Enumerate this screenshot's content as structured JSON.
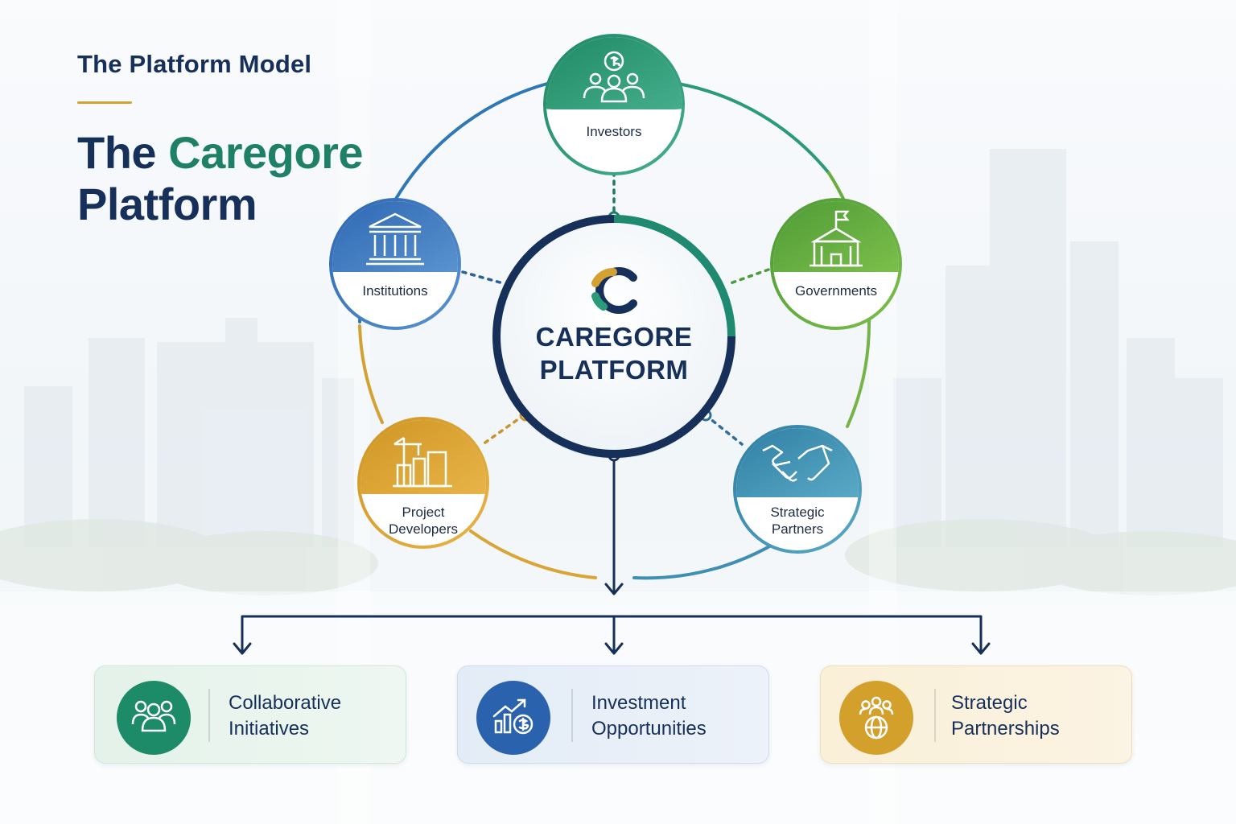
{
  "header": {
    "eyebrow": "The Platform Model",
    "title_line1_prefix": "The ",
    "title_line1_accent": "Caregore",
    "title_line2": "Platform"
  },
  "center": {
    "line1": "CAREGORE",
    "line2": "PLATFORM",
    "logo_icon": "caregore-c-logo-icon"
  },
  "nodes": [
    {
      "id": "investors",
      "lines": [
        "Investors"
      ],
      "icon": "investors-icon",
      "color": "#2e9a78"
    },
    {
      "id": "governments",
      "lines": [
        "Governments"
      ],
      "icon": "government-building-icon",
      "color": "#5da63f"
    },
    {
      "id": "strategic-partners",
      "lines": [
        "Strategic",
        "Partners"
      ],
      "icon": "handshake-icon",
      "color": "#3d8db0"
    },
    {
      "id": "project-developers",
      "lines": [
        "Project",
        "Developers"
      ],
      "icon": "construction-crane-icon",
      "color": "#d9a12c"
    },
    {
      "id": "institutions",
      "lines": [
        "Institutions"
      ],
      "icon": "institution-columns-icon",
      "color": "#3a78bd"
    }
  ],
  "outcomes": [
    {
      "line1": "Collaborative",
      "line2": "Initiatives",
      "icon": "people-group-icon",
      "color": "#1d8a68"
    },
    {
      "line1": "Investment",
      "line2": "Opportunities",
      "icon": "growth-chart-dollar-icon",
      "color": "#2a62ad"
    },
    {
      "line1": "Strategic",
      "line2": "Partnerships",
      "icon": "people-globe-icon",
      "color": "#d4a02c"
    }
  ],
  "colors": {
    "navy": "#16305a",
    "teal": "#1f8068",
    "gold": "#d4a233"
  }
}
